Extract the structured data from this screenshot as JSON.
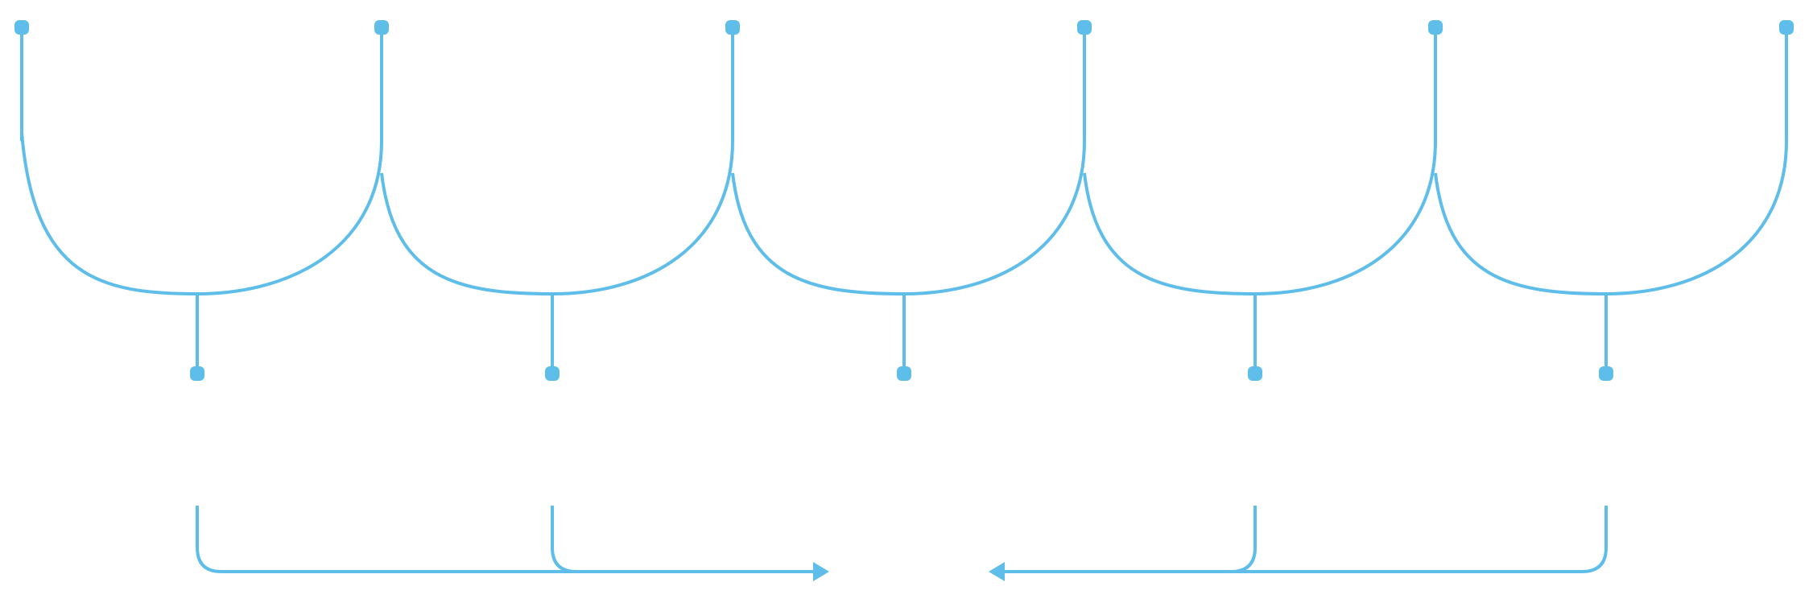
{
  "diagram": {
    "colors": {
      "line": "#5fbde9",
      "node": "#5fbde9",
      "background": "#ffffff"
    },
    "top_node_count": 6,
    "merge_node_count": 5,
    "arrow_groups": [
      {
        "direction": "right"
      },
      {
        "direction": "left"
      }
    ]
  }
}
